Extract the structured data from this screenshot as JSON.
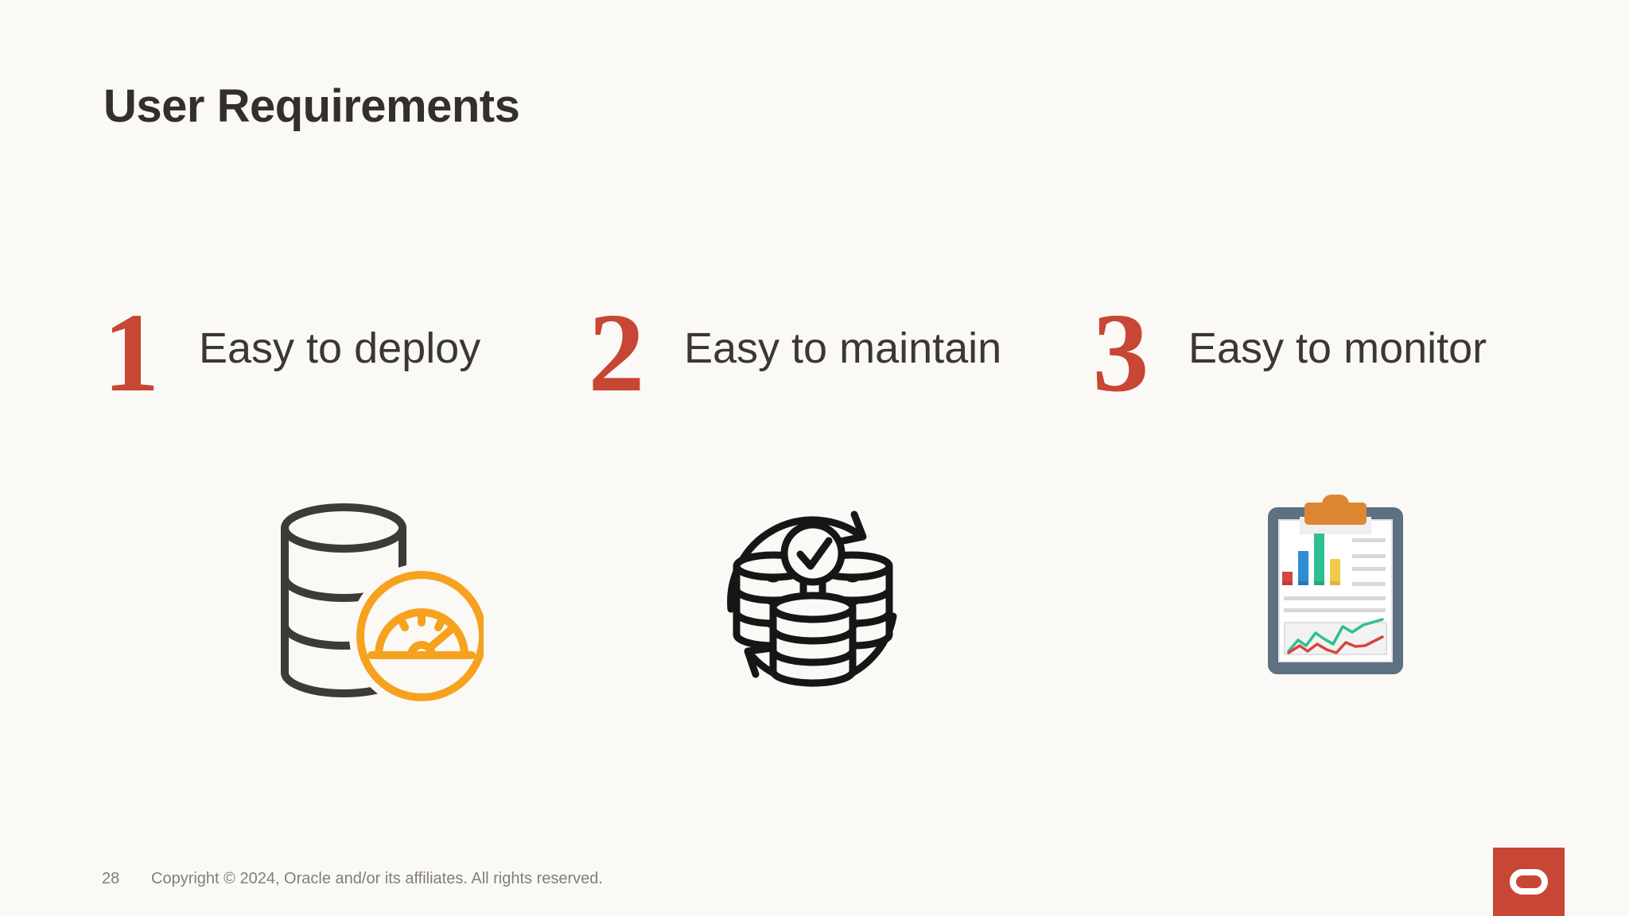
{
  "slide": {
    "title": "User Requirements"
  },
  "items": [
    {
      "number": "1",
      "label": "Easy to deploy",
      "icon": "database-gauge-icon"
    },
    {
      "number": "2",
      "label": "Easy to maintain",
      "icon": "database-sync-check-icon"
    },
    {
      "number": "3",
      "label": "Easy to monitor",
      "icon": "clipboard-chart-icon"
    }
  ],
  "footer": {
    "page_number": "28",
    "copyright": "Copyright © 2024, Oracle and/or its affiliates. All rights reserved.",
    "logo": "oracle-logo"
  },
  "colors": {
    "bg": "#FAF9F6",
    "accent_red": "#C74634",
    "title_text": "#33302B",
    "label_text": "#3B3733",
    "footer_text": "#827E78",
    "icon_dark": "#3D3B38",
    "icon_black": "#161616",
    "gauge_orange": "#F6A21E",
    "clipboard_slate": "#5E7082",
    "clip_orange": "#DE8733",
    "bar_red": "#D64541",
    "bar_blue": "#2E8FD0",
    "bar_green": "#2EBE92",
    "bar_yellow": "#F2C94C",
    "gray_line": "#D8D8D8",
    "panel_gray": "#F2F2F0"
  }
}
